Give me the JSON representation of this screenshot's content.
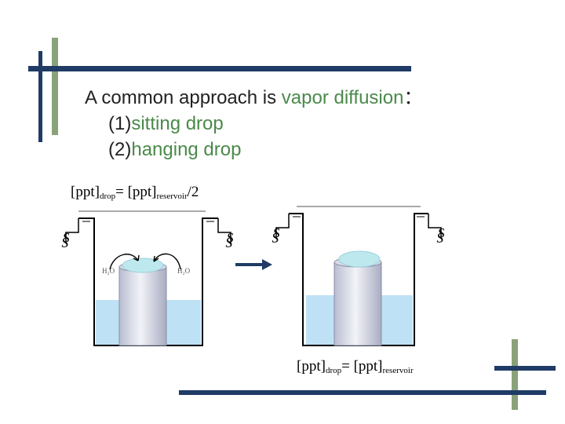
{
  "title": {
    "line1_prefix": "A common approach is ",
    "line1_highlight": "vapor diffusion",
    "line1_suffix": "：",
    "item1_num": "(1)",
    "item1_text": "sitting drop",
    "item2_num": "(2)",
    "item2_text": "hanging drop"
  },
  "formula_left": {
    "a": "[ppt]",
    "a_sub": "drop",
    "eq": "= [ppt]",
    "b_sub": "reservoir",
    "tail": "/2"
  },
  "formula_right": {
    "a": "[ppt]",
    "a_sub": "drop",
    "eq": "= [ppt]",
    "b_sub": "reservoir"
  },
  "diagram": {
    "h2o_left": "H₂O",
    "h2o_right": "H₂O",
    "seal_symbol": "§"
  },
  "colors": {
    "accent_navy": "#1f3b66",
    "accent_green": "#8aa27a",
    "highlight_text": "#4a8a4a",
    "reservoir_liquid": "#bfe1f5",
    "drop": "#bde8ee"
  }
}
